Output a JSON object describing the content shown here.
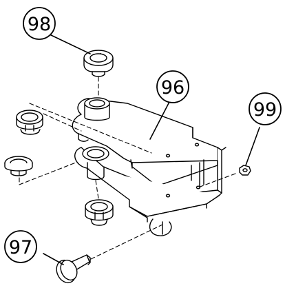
{
  "callouts": [
    {
      "id": "98",
      "label": "98"
    },
    {
      "id": "96",
      "label": "96"
    },
    {
      "id": "99",
      "label": "99"
    },
    {
      "id": "97",
      "label": "97"
    }
  ]
}
